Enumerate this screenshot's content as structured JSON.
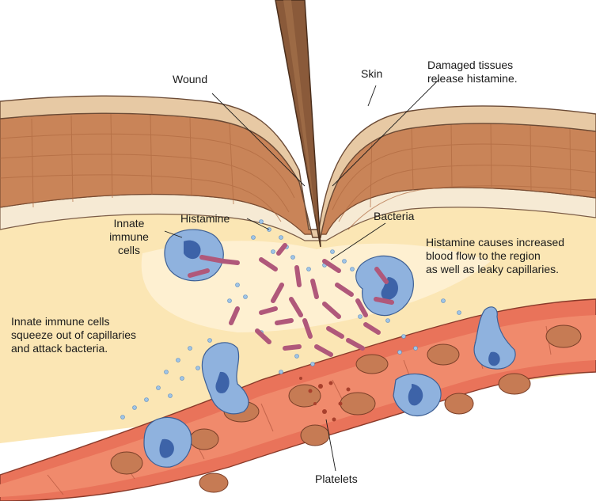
{
  "labels": {
    "wound": "Wound",
    "skin": "Skin",
    "damaged": [
      "Damaged tissues",
      "release histamine."
    ],
    "histamine": "Histamine",
    "bacteria": "Bacteria",
    "innate": [
      "Innate",
      "immune",
      "cells"
    ],
    "histamine_causes": [
      "Histamine causes increased",
      "blood flow to the region",
      "as well as leaky capillaries."
    ],
    "squeeze": [
      "Innate immune cells",
      "squeeze out of capillaries",
      "and attack bacteria."
    ],
    "platelets": "Platelets"
  },
  "colors": {
    "skin_outer": "#e7c9a4",
    "dermis": "#c98458",
    "dermis_grid": "#b06a40",
    "cell_band": "#f6ead4",
    "tissue": "#fbe6b4",
    "vessel_wall": "#e9735a",
    "vessel_inner": "#f08a6c",
    "rbc": "#c67b54",
    "immune_cell": "#8fb2de",
    "nucleus": "#3d63a8",
    "bacteria": "#b0587a",
    "histamine_dot": "#9fc4e6",
    "needle": "#8a5a3a"
  }
}
